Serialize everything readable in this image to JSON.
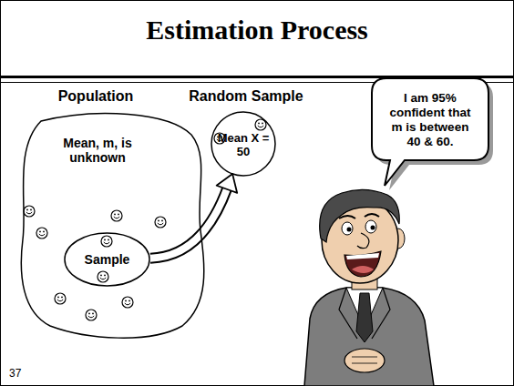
{
  "diagram": {
    "title": "Estimation Process",
    "nodes": [
      {
        "text": [
          "Population",
          "Mean, m, is unknown"
        ]
      },
      {
        "text": [
          "Sample"
        ],
        "in": 0
      },
      {
        "text": [
          "Random Sample",
          "Mean X = 50"
        ]
      },
      {
        "text": [
          "I am 95% confident that m is between 40 & 60."
        ]
      }
    ],
    "edges": [
      {
        "from": 1,
        "to": 2,
        "arrow": "to"
      }
    ],
    "labels": [
      "37"
    ]
  }
}
